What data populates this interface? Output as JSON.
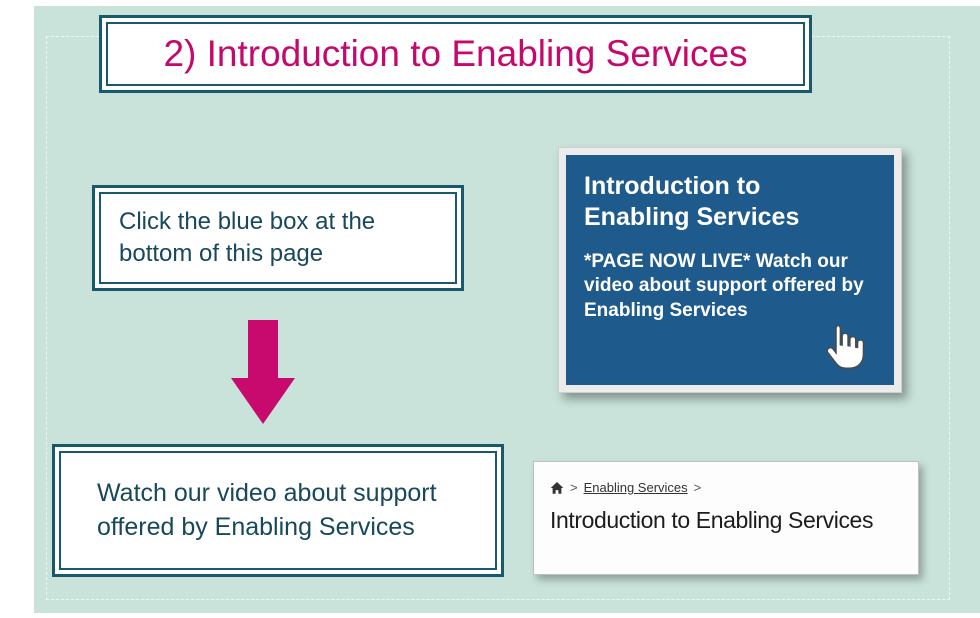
{
  "slide": {
    "title": "2) Introduction to Enabling Services",
    "instruction": "Click the blue box at the bottom of this page",
    "result": "Watch our video about support offered by Enabling Services"
  },
  "blue_tile": {
    "heading": "Introduction to Enabling Services",
    "body": "*PAGE NOW LIVE* Watch our video about support offered by Enabling Services",
    "cursor_icon": "hand-cursor-icon"
  },
  "breadcrumb_tile": {
    "home_icon": "home-icon",
    "separator": ">",
    "link_label": "Enabling Services",
    "heading": "Introduction to Enabling Services"
  },
  "colors": {
    "background_mint": "#c9e3da",
    "accent_magenta": "#c4086c",
    "arrow_magenta": "#c80a6e",
    "border_teal": "#19596e",
    "text_teal": "#17485c",
    "tile_blue": "#1e5b8c"
  }
}
